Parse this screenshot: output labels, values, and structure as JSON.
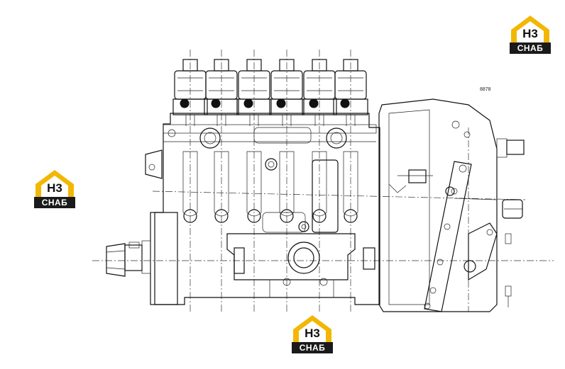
{
  "logos": [
    {
      "id": "logo-top-right",
      "monogram": "H3",
      "label": "CHAБ"
    },
    {
      "id": "logo-left",
      "monogram": "H3",
      "label": "CHAБ"
    },
    {
      "id": "logo-bottom",
      "monogram": "H3",
      "label": "CHAБ"
    }
  ],
  "colors": {
    "logo_yellow": "#f2b705",
    "logo_dark": "#1a1a1a",
    "line": "#111111",
    "background": "#ffffff"
  },
  "part_code": "8878"
}
